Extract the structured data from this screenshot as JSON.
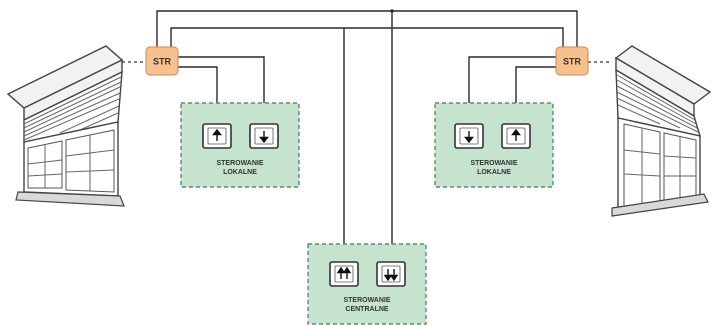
{
  "controllers": {
    "left": {
      "label": "STR"
    },
    "right": {
      "label": "STR"
    }
  },
  "panels": {
    "local_left": {
      "label_line1": "STEROWANIE",
      "label_line2": "LOKALNE"
    },
    "local_right": {
      "label_line1": "STEROWANIE",
      "label_line2": "LOKALNE"
    },
    "central": {
      "label_line1": "STEROWANIE",
      "label_line2": "CENTRALNE"
    }
  },
  "icons": {
    "up": "up-arrow-icon",
    "down": "down-arrow-icon",
    "double_up": "double-up-arrow-icon",
    "double_down": "double-down-arrow-icon"
  },
  "colors": {
    "panel_fill": "#c6e3cf",
    "panel_border": "#5e8c6a",
    "controller_fill": "#f6c08f",
    "wire": "#2a2a2a"
  }
}
